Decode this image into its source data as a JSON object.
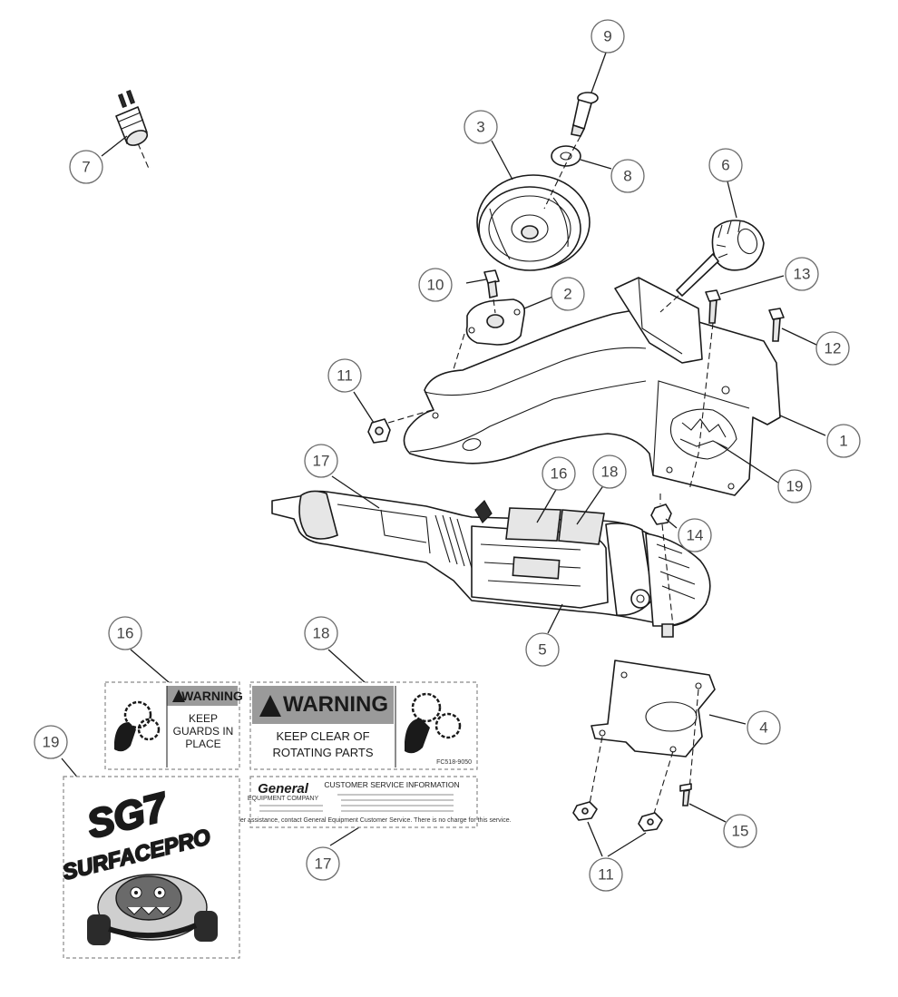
{
  "diagram": {
    "balloons": [
      {
        "id": "b1",
        "label": "1"
      },
      {
        "id": "b2",
        "label": "2"
      },
      {
        "id": "b3",
        "label": "3"
      },
      {
        "id": "b4",
        "label": "4"
      },
      {
        "id": "b5",
        "label": "5"
      },
      {
        "id": "b6",
        "label": "6"
      },
      {
        "id": "b7",
        "label": "7"
      },
      {
        "id": "b8",
        "label": "8"
      },
      {
        "id": "b9",
        "label": "9"
      },
      {
        "id": "b10",
        "label": "10"
      },
      {
        "id": "b11a",
        "label": "11"
      },
      {
        "id": "b11b",
        "label": "11"
      },
      {
        "id": "b12",
        "label": "12"
      },
      {
        "id": "b13",
        "label": "13"
      },
      {
        "id": "b14",
        "label": "14"
      },
      {
        "id": "b15",
        "label": "15"
      },
      {
        "id": "b16a",
        "label": "16"
      },
      {
        "id": "b16b",
        "label": "16"
      },
      {
        "id": "b17a",
        "label": "17"
      },
      {
        "id": "b17b",
        "label": "17"
      },
      {
        "id": "b18a",
        "label": "18"
      },
      {
        "id": "b18b",
        "label": "18"
      },
      {
        "id": "b19a",
        "label": "19"
      },
      {
        "id": "b19b",
        "label": "19"
      }
    ],
    "decals": {
      "warning_small": {
        "header": "WARNING",
        "lines": [
          "KEEP",
          "GUARDS IN",
          "PLACE"
        ]
      },
      "warning_large": {
        "header": "WARNING",
        "lines": [
          "KEEP CLEAR OF",
          "ROTATING PARTS"
        ],
        "code": "FC518-9050"
      },
      "customer_service": {
        "brand": "General",
        "brand_sub": "EQUIPMENT COMPANY",
        "title": "CUSTOMER SERVICE INFORMATION",
        "footer": "For further assistance, contact General Equipment Customer Service. There is no charge for this service."
      },
      "logo": {
        "line1": "SG7",
        "line2": "SURFACEPRO"
      }
    }
  }
}
